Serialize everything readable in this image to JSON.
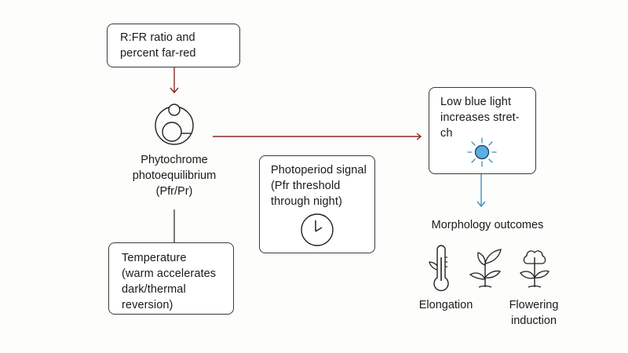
{
  "diagram": {
    "nodes": {
      "rfr": {
        "text": "R:FR ratio and\npercent far-red"
      },
      "phytochrome": {
        "text": "Phytochrome\nphotoequilibrium\n(Pfr/Pr)"
      },
      "temperature": {
        "text": "Temperature\n(warm accelerates\ndark/thermal\nreversion)"
      },
      "photoperiod": {
        "text": "Photoperiod signal\n(Pfr threshold\nthrough night)"
      },
      "low_blue": {
        "text": "Low blue light\nincreases stret-\nch"
      },
      "morphology": {
        "title": "Morphology outcomes"
      }
    },
    "outcomes": [
      {
        "label": "Elongation",
        "icon": "thermometer-icon"
      },
      {
        "label": "",
        "icon": "seedling-icon"
      },
      {
        "label": "Flowering\ninduction",
        "icon": "flowering-plant-icon"
      }
    ],
    "icons": {
      "phytochrome": "phytochrome-molecule-icon",
      "photoperiod": "clock-icon",
      "low_blue": "sun-icon"
    },
    "edges": [
      {
        "from": "rfr",
        "to": "phytochrome",
        "color": "#8b2a23"
      },
      {
        "from": "phytochrome",
        "to": "low_blue",
        "color": "#8b2a23"
      },
      {
        "from": "phytochrome",
        "to": "temperature",
        "color": "#333333"
      },
      {
        "from": "low_blue",
        "to": "morphology",
        "color": "#3d8fc4"
      }
    ],
    "colors": {
      "red_arrow": "#8b2a23",
      "blue_arrow": "#3d8fc4",
      "sun_fill": "#5aaee3"
    }
  }
}
